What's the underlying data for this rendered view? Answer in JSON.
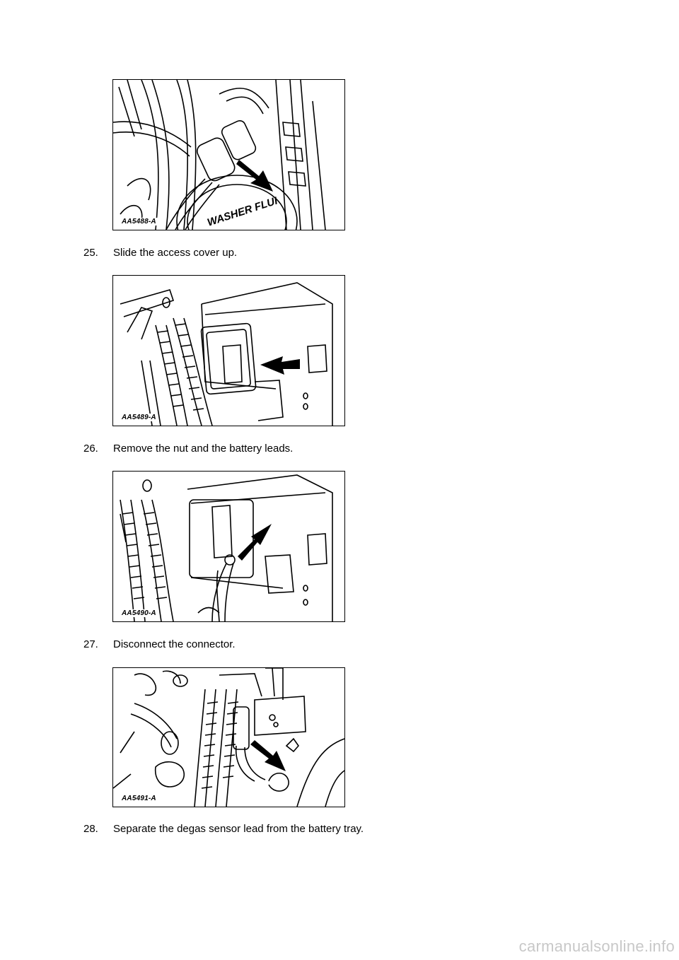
{
  "figures": [
    {
      "code": "AA5488-A"
    },
    {
      "code": "AA5489-A"
    },
    {
      "code": "AA5490-A"
    },
    {
      "code": "AA5491-A"
    }
  ],
  "illustration_text": {
    "washer_cap": "WASHER FLUI"
  },
  "steps": [
    {
      "number": "25.",
      "text": "Slide the access cover up."
    },
    {
      "number": "26.",
      "text": "Remove the nut and the battery leads."
    },
    {
      "number": "27.",
      "text": "Disconnect the connector."
    },
    {
      "number": "28.",
      "text": "Separate the degas sensor lead from the battery tray."
    }
  ],
  "watermark": "carmanualsonline.info"
}
